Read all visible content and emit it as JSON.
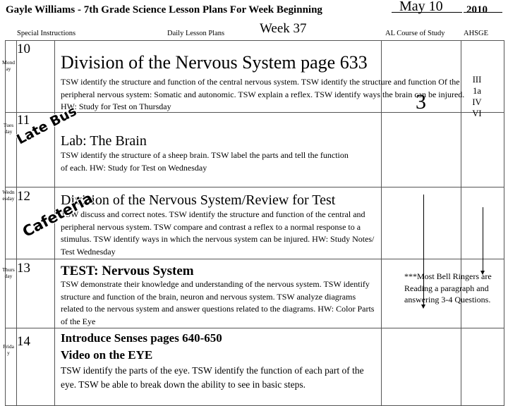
{
  "header": {
    "title": "Gayle Williams - 7th Grade Science  Lesson Plans For Week Beginning",
    "month": "May 10",
    "year": "2010",
    "week": "Week 37"
  },
  "columns": {
    "special": "Special Instructions",
    "daily": "Daily Lesson Plans",
    "course": "AL Course of Study",
    "ahsge": "AHSGE"
  },
  "days": [
    {
      "name": "Monday",
      "num": "10",
      "title": "Division of the Nervous System page 633",
      "text": "TSW identify the structure and function of the central nervous system.  TSW identify the structure and function Of the peripheral nervous system:  Somatic and autonomic.  TSW explain a reflex.  TSW identify ways the brain can be injured.  HW:  Study for Test on Thursday",
      "course": "3",
      "ahsge": [
        "III",
        "1a",
        "IV",
        "VI"
      ]
    },
    {
      "name": "Tuesday",
      "num": "11",
      "title": "Lab:  The Brain",
      "text": "TSW identify the structure of a sheep brain.  TSW label the parts and tell the function of each.  HW:  Study for Test on Wednesday",
      "special": "Late Bus"
    },
    {
      "name": "Wednesday",
      "num": "12",
      "title": "Division of the Nervous System/Review for Test",
      "text": "TSW discuss and correct notes.  TSW identify the structure and function of the central and peripheral nervous system.  TSW compare and contrast a reflex to a normal response to a stimulus.  TSW identify ways in which the nervous system can be injured.  HW:  Study Notes/ Test Wednesday",
      "special": "Cafeteria"
    },
    {
      "name": "Thursday",
      "num": "13",
      "title": "TEST:  Nervous System",
      "text": "TSW demonstrate their knowledge and understanding of the nervous system. TSW identify structure and function of the brain, neuron and nervous system. TSW analyze diagrams related to the nervous system and answer questions related to the diagrams.   HW:  Color Parts of the Eye",
      "note": "***Most Bell Ringers are Reading a paragraph and answering 3-4 Questions."
    },
    {
      "name": "Friday",
      "num": "14",
      "title": "Introduce Senses pages 640-650",
      "title2": "Video on the EYE",
      "text": "TSW identify the parts of the eye.  TSW identify the function of each part of the eye.  TSW be able to break down the ability to see in basic steps."
    }
  ]
}
